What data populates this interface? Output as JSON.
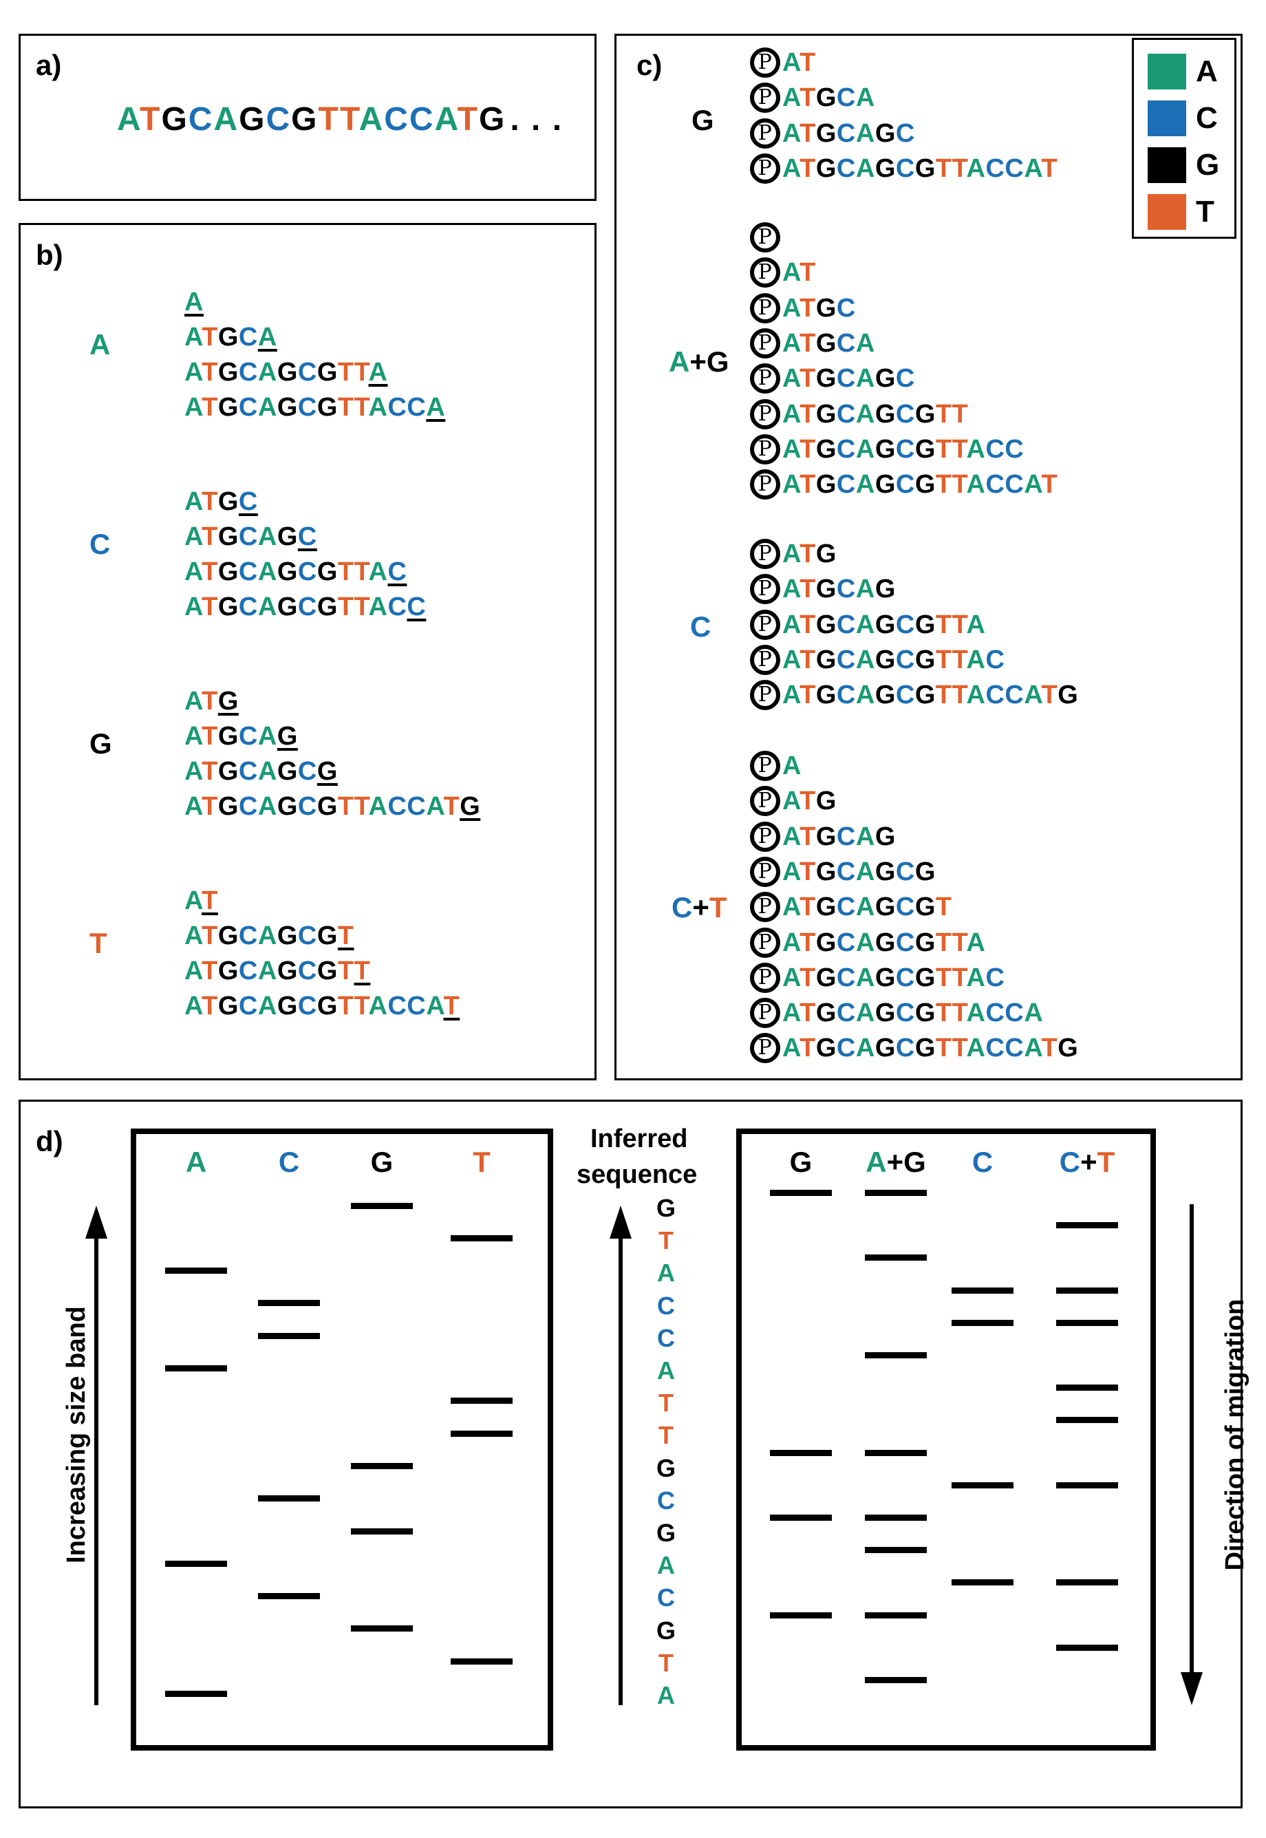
{
  "colors": {
    "A": "#1a9a74",
    "C": "#1d6fb5",
    "G": "#000000",
    "T": "#e0612d"
  },
  "panel_a": {
    "label": "a)",
    "sequence": "ATGCAGCGTTACCATG",
    "ellipsis": ". . ."
  },
  "panel_b": {
    "label": "b)",
    "groups": [
      {
        "label": "A",
        "rows": [
          "A",
          "ATGCA",
          "ATGCAGCGTTA",
          "ATGCAGCGTTACCA"
        ]
      },
      {
        "label": "C",
        "rows": [
          "ATGC",
          "ATGCAGC",
          "ATGCAGCGTTAC",
          "ATGCAGCGTTACC"
        ]
      },
      {
        "label": "G",
        "rows": [
          "ATG",
          "ATGCAG",
          "ATGCAGCG",
          "ATGCAGCGTTACCATG"
        ]
      },
      {
        "label": "T",
        "rows": [
          "AT",
          "ATGCAGCGT",
          "ATGCAGCGTT",
          "ATGCAGCGTTACCAT"
        ]
      }
    ]
  },
  "panel_c": {
    "label": "c)",
    "phosphate_symbol": "P",
    "legend": [
      {
        "base": "A",
        "label": "A"
      },
      {
        "base": "C",
        "label": "C"
      },
      {
        "base": "G",
        "label": "G"
      },
      {
        "base": "T",
        "label": "T"
      }
    ],
    "groups": [
      {
        "label": "G",
        "rows": [
          "AT",
          "ATGCA",
          "ATGCAGC",
          "ATGCAGCGTTACCAT"
        ]
      },
      {
        "label": "A+G",
        "rows": [
          "",
          "AT",
          "ATGC",
          "ATGCA",
          "ATGCAGC",
          "ATGCAGCGTT",
          "ATGCAGCGTTACC",
          "ATGCAGCGTTACCAT"
        ]
      },
      {
        "label": "C",
        "rows": [
          "ATG",
          "ATGCAG",
          "ATGCAGCGTTA",
          "ATGCAGCGTTAC",
          "ATGCAGCGTTACCATG"
        ]
      },
      {
        "label": "C+T",
        "rows": [
          "A",
          "ATG",
          "ATGCAG",
          "ATGCAGCG",
          "ATGCAGCGT",
          "ATGCAGCGTTA",
          "ATGCAGCGTTAC",
          "ATGCAGCGTTACCA",
          "ATGCAGCGTTACCATG"
        ]
      }
    ]
  },
  "panel_d": {
    "label": "d)",
    "left_gel": {
      "lanes": [
        "A",
        "C",
        "G",
        "T"
      ],
      "bands_by_fragment_length": {
        "A": [
          1,
          5,
          11,
          14
        ],
        "C": [
          4,
          7,
          12,
          13
        ],
        "G": [
          3,
          6,
          8,
          16
        ],
        "T": [
          2,
          9,
          10,
          15
        ]
      },
      "axis_label": "Increasing size band"
    },
    "inferred": {
      "title_line1": "Inferred",
      "title_line2": "sequence",
      "sequence": [
        "G",
        "T",
        "A",
        "C",
        "C",
        "A",
        "T",
        "T",
        "G",
        "C",
        "G",
        "A",
        "C",
        "G",
        "T",
        "A"
      ]
    },
    "right_gel": {
      "lanes": [
        "G",
        "A+G",
        "C",
        "C+T"
      ],
      "band_rows": {
        "G": [
          0,
          8,
          10,
          13
        ],
        "A+G": [
          0,
          2,
          5,
          8,
          10,
          11,
          13,
          15
        ],
        "C": [
          3,
          4,
          9,
          12
        ],
        "C+T": [
          1,
          3,
          4,
          6,
          7,
          9,
          12,
          14
        ]
      },
      "axis_label": "Direction of migration"
    }
  }
}
